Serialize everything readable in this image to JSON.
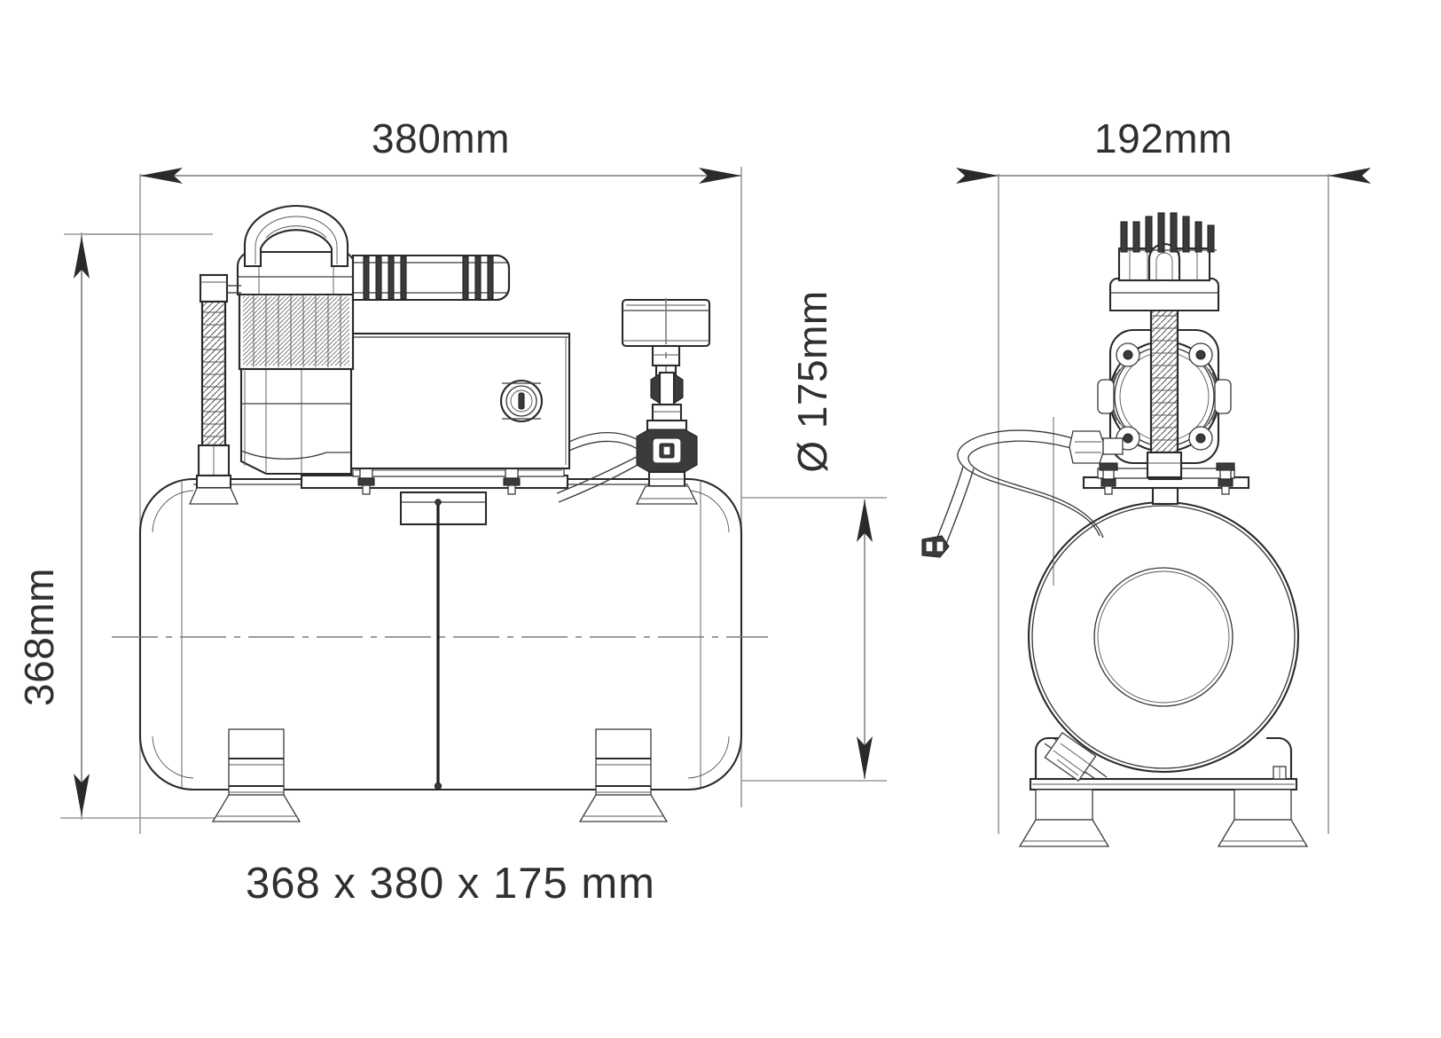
{
  "drawing": {
    "title": "Air compressor dimensional drawing",
    "caption": "368 x 380 x 175 mm",
    "units": "mm",
    "line_color": "#2a2a2a",
    "text_color": "#2f2f2f",
    "background": "#ffffff"
  },
  "dimensions": {
    "width_top_left": "380mm",
    "height_left": "368mm",
    "diameter_right_of_side_view": "Ø 175mm",
    "width_top_right": "192mm"
  },
  "views": {
    "side": {
      "name": "side-elevation",
      "label_width": "380mm",
      "label_height": "368mm",
      "label_diameter": "Ø 175mm",
      "components": [
        "carry-handle",
        "motor-housing",
        "cooling-fins",
        "intake-filter",
        "ribbed-riser-pipe",
        "control-box",
        "outlet-port",
        "pressure-gauge",
        "ball-valve",
        "tee-fitting",
        "air-hose",
        "receiver-tank",
        "mounting-feet",
        "drain-valve"
      ]
    },
    "end": {
      "name": "end-elevation",
      "label_width": "192mm",
      "components": [
        "cylinder-head-fins",
        "crankcase-housing",
        "flange-bolts",
        "drive-belt-guard",
        "air-hose",
        "quick-connect-coupler",
        "receiver-tank-end",
        "tank-end-cap",
        "support-frame",
        "mounting-feet"
      ]
    }
  },
  "icons": {
    "arrow": "dimension-arrowhead",
    "diameter_symbol": "diameter-symbol"
  }
}
